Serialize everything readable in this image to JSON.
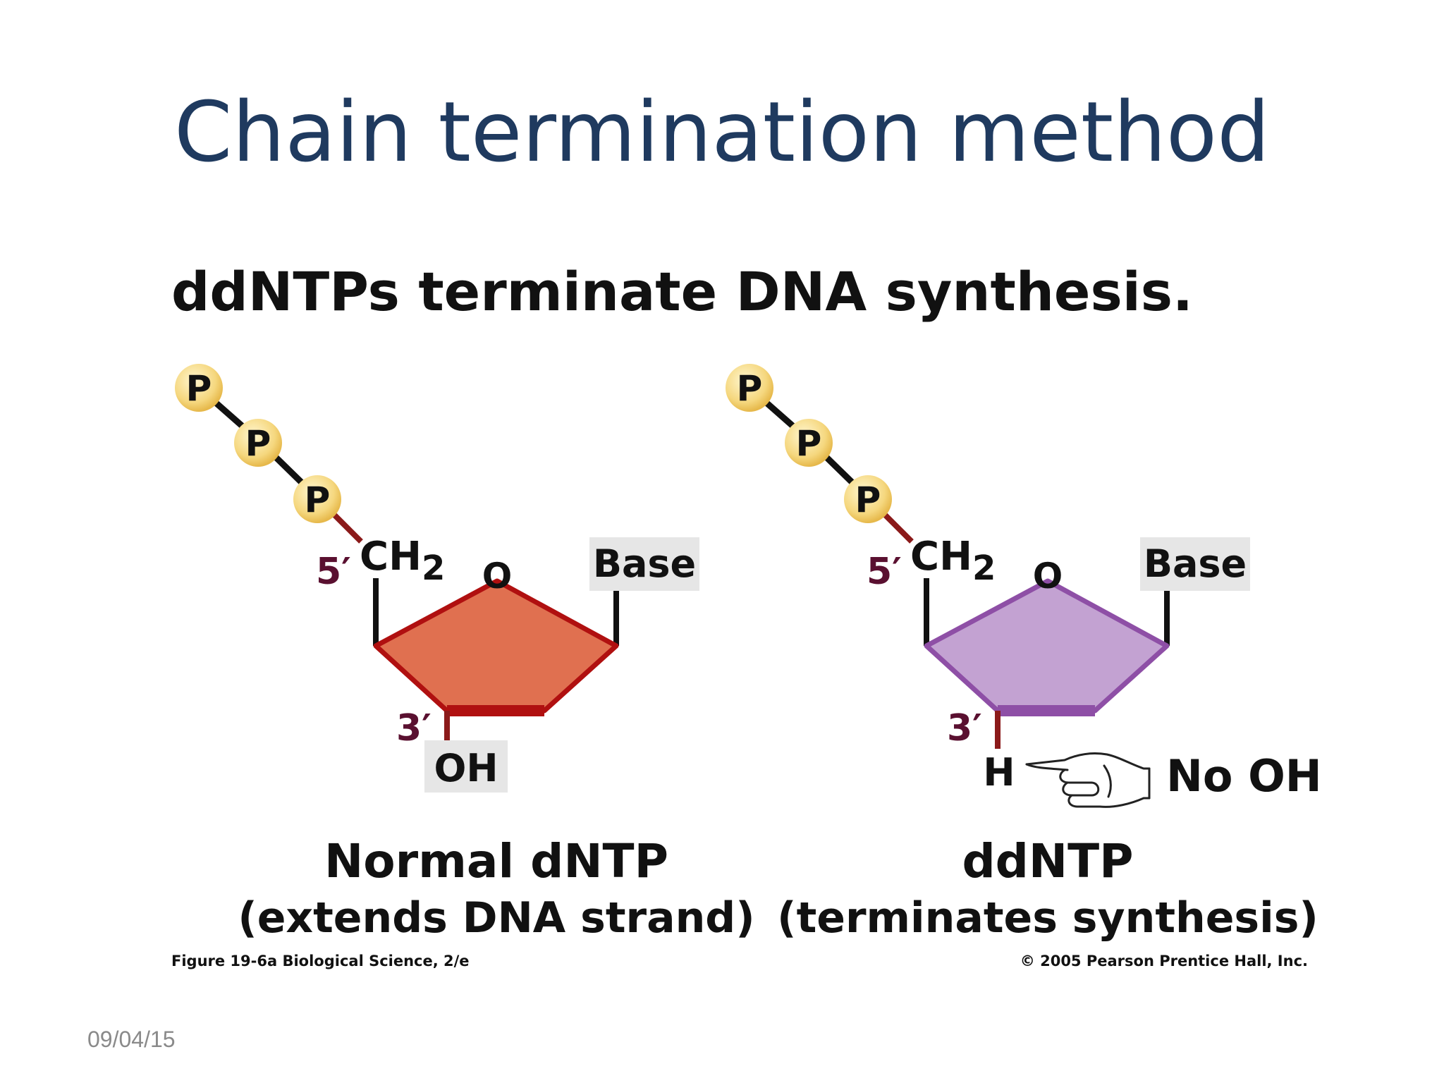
{
  "slide": {
    "title": "Chain termination method",
    "date": "09/04/15"
  },
  "figure": {
    "heading": "ddNTPs terminate DNA synthesis.",
    "caption_left": "Figure 19-6a  Biological Science, 2/e",
    "caption_right": "© 2005 Pearson Prentice Hall, Inc.",
    "normal": {
      "phosphate_labels": [
        "P",
        "P",
        "P"
      ],
      "five_prime": "5′",
      "ch2": "CH",
      "ch2_sub": "2",
      "ring_oxygen": "O",
      "base": "Base",
      "three_prime": "3′",
      "three_group": "OH",
      "name": "Normal dNTP",
      "description": "(extends DNA strand)",
      "sugar_color": "#e07050",
      "sugar_edge": "#b01010"
    },
    "dideoxy": {
      "phosphate_labels": [
        "P",
        "P",
        "P"
      ],
      "five_prime": "5′",
      "ch2": "CH",
      "ch2_sub": "2",
      "ring_oxygen": "O",
      "base": "Base",
      "three_prime": "3′",
      "three_group": "H",
      "annotation": "No OH",
      "name": "ddNTP",
      "description": "(terminates synthesis)",
      "sugar_color": "#c3a2d2",
      "sugar_edge": "#8e4fa6"
    }
  }
}
